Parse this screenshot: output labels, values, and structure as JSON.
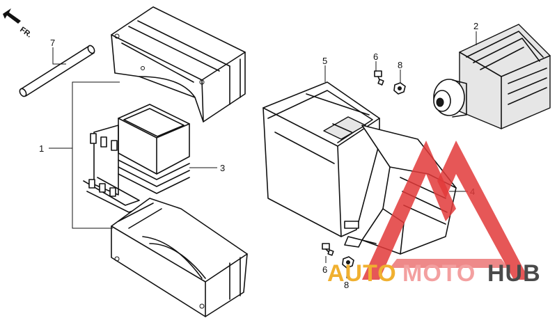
{
  "direction": {
    "label": "FR.",
    "icon": "arrow-icon"
  },
  "callouts": [
    {
      "id": "1",
      "part": "ignition-coil-assembly"
    },
    {
      "id": "2",
      "part": "ignition-coil"
    },
    {
      "id": "3",
      "part": "coil-core"
    },
    {
      "id": "4",
      "part": "coil-cover-rear"
    },
    {
      "id": "5",
      "part": "coil-cover-front"
    },
    {
      "id": "6",
      "part": "bolt-upper"
    },
    {
      "id": "8",
      "part": "nut-upper"
    },
    {
      "id": "6",
      "part": "bolt-lower"
    },
    {
      "id": "8",
      "part": "nut-lower"
    },
    {
      "id": "7",
      "part": "rubber-tube"
    }
  ],
  "watermark": {
    "text_part1": "AUTO",
    "text_part2": "MOTO",
    "text_part3": "HUB",
    "colors": {
      "part1": "#f0b030",
      "part2": "#f3a0a0",
      "part3": "#4a4a4a",
      "triangle": "#e23a3a"
    }
  }
}
